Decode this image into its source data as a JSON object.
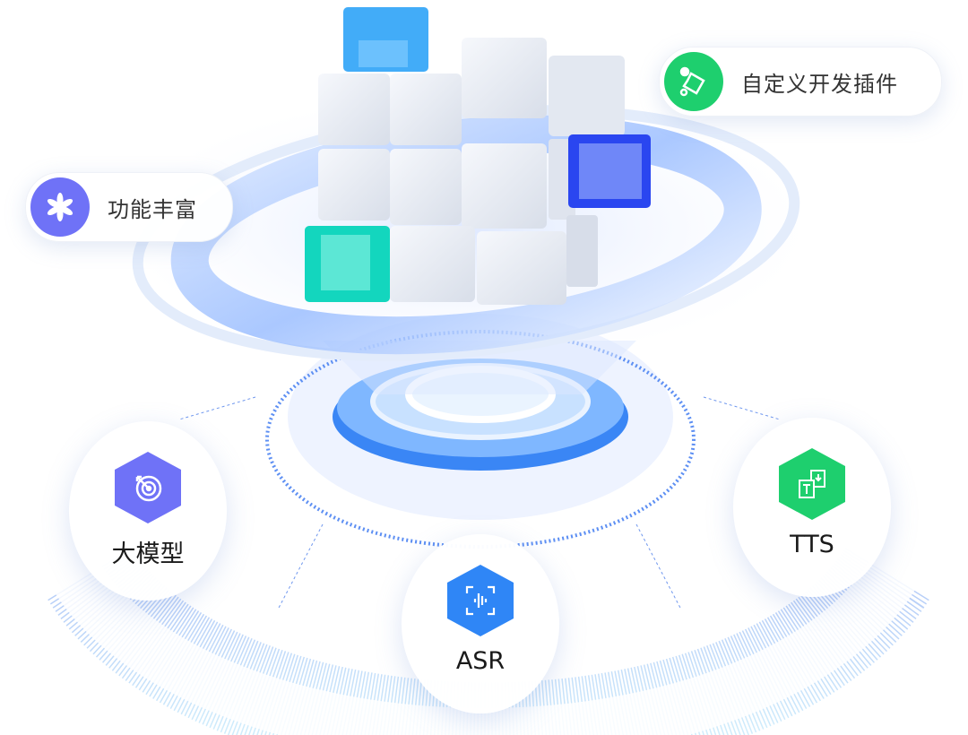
{
  "features": {
    "plugin": {
      "label": "自定义开发插件",
      "icon": "puzzle-icon",
      "color": "#1ecf6e"
    },
    "rich": {
      "label": "功能丰富",
      "icon": "asterisk-icon",
      "color": "#6f72f7"
    }
  },
  "nodes": [
    {
      "label": "大模型",
      "icon": "target-icon",
      "color": "#6f72f7"
    },
    {
      "label": "ASR",
      "icon": "voice-scan-icon",
      "color": "#2f86f6"
    },
    {
      "label": "TTS",
      "icon": "text-to-speech-icon",
      "color": "#1ecf6e"
    }
  ]
}
